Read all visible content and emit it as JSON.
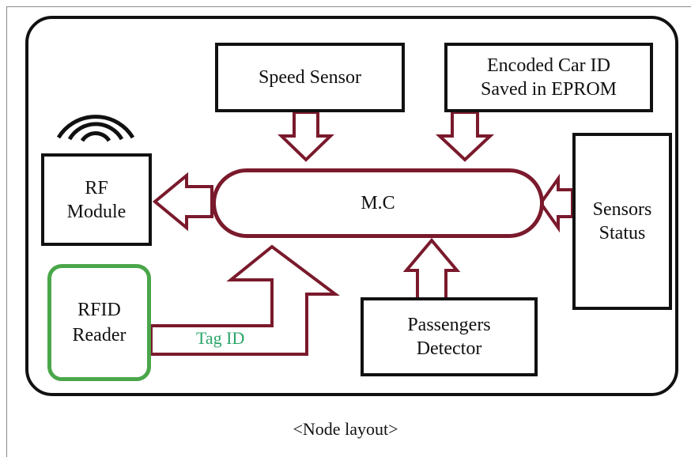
{
  "diagram": {
    "speed_sensor": "Speed Sensor",
    "car_id_line1": "Encoded Car ID",
    "car_id_line2": "Saved in EPROM",
    "rf_line1": "RF",
    "rf_line2": "Module",
    "mc": "M.C",
    "sensors_line1": "Sensors",
    "sensors_line2": "Status",
    "rfid_line1": "RFID",
    "rfid_line2": "Reader",
    "tag_id": "Tag ID",
    "passengers_line1": "Passengers",
    "passengers_line2": "Detector",
    "caption": "<Node layout>"
  },
  "colors": {
    "arrow": "#7a1a2c",
    "rfid_border": "#4aa64a",
    "tag_text": "#2aa66a",
    "outline": "#111111"
  }
}
